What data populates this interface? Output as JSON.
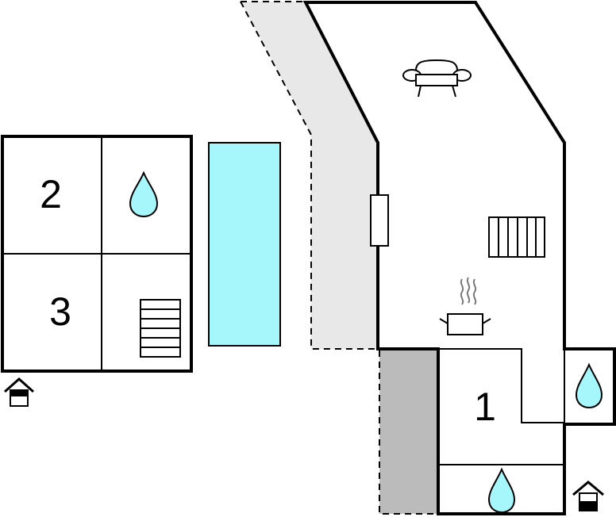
{
  "colors": {
    "background": "#ffffff",
    "wall": "#000000",
    "pool": "#a6f7fb",
    "terrace": "#e8e8e8",
    "terrace_dark": "#bbbbbb",
    "water_drop": "#a6f7fb"
  },
  "annex": {
    "rooms": [
      {
        "number": "2",
        "type": "bedroom"
      },
      {
        "number": "bathroom",
        "icon": "water-drop-icon"
      },
      {
        "number": "3",
        "type": "bedroom"
      },
      {
        "number": "stairs",
        "icon": "stairs-icon"
      }
    ],
    "entrance_icon": "house-entrance-icon"
  },
  "main_house": {
    "living_icon": "sofa-icon",
    "stairs_icon": "stairs-icon",
    "kitchen_icon": "cooking-pot-icon",
    "door_icon": "sliding-door-icon",
    "rooms": [
      {
        "number": "1",
        "type": "bedroom"
      }
    ],
    "bathrooms": [
      {
        "icon": "water-drop-icon"
      },
      {
        "icon": "water-drop-icon"
      }
    ],
    "entrance_icon": "house-entrance-icon"
  },
  "labels": {
    "room_2": "2",
    "room_3": "3",
    "room_1": "1"
  }
}
